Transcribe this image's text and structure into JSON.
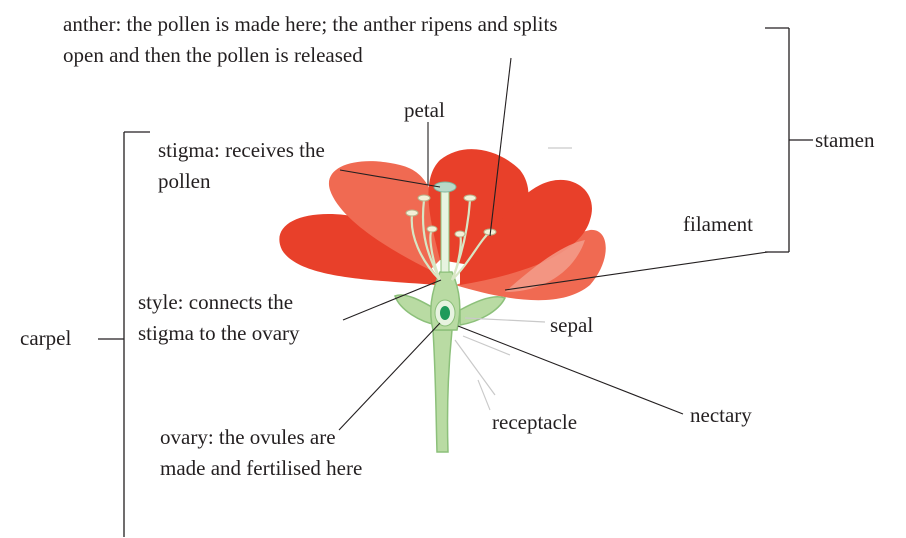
{
  "labels": {
    "anther": "anther: the pollen is made here; the anther ripens and splits",
    "anther_2": "open and then the pollen is released",
    "petal": "petal",
    "stigma": "stigma: receives the",
    "stigma_2": "pollen",
    "stamen": "stamen",
    "filament": "filament",
    "style": "style: connects the",
    "style_2": "stigma to the ovary",
    "sepal": "sepal",
    "carpel": "carpel",
    "nectary": "nectary",
    "receptacle": "receptacle",
    "ovary": "ovary: the ovules are",
    "ovary_2": "made and fertilised here"
  },
  "colors": {
    "petal": "#e8402a",
    "petal_light": "#f06a52",
    "stem": "#b9dba3",
    "stem_dark": "#8cc07a",
    "ovule": "#1f9a5a",
    "stigma": "#b7d9c9",
    "line": "#231f20"
  }
}
